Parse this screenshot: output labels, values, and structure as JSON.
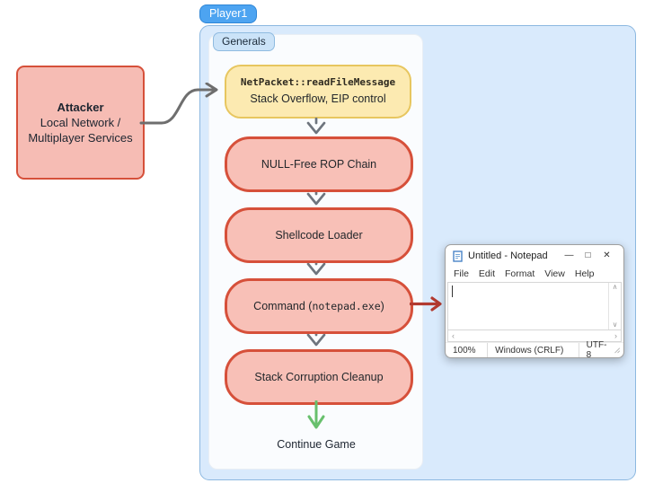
{
  "diagram": {
    "player_badge": "Player1",
    "generals_badge": "Generals",
    "attacker": {
      "title": "Attacker",
      "subtitle_line1": "Local Network /",
      "subtitle_line2": "Multiplayer Services"
    },
    "nodes": {
      "entry_line1": "NetPacket::readFileMessage",
      "entry_line2": "Stack Overflow, EIP control",
      "rop": "NULL-Free ROP Chain",
      "shellcode": "Shellcode Loader",
      "command_prefix": "Command (",
      "command_mono": "notepad.exe",
      "command_suffix": ")",
      "cleanup": "Stack Corruption Cleanup",
      "end_label": "Continue Game"
    },
    "colors": {
      "container_fill": "#d9eafc",
      "container_border": "#8cb8e0",
      "badge_blue": "#4da4f1",
      "node_red_fill": "#f8c0b7",
      "node_red_border": "#d6503a",
      "node_yellow_fill": "#fceab1",
      "node_yellow_border": "#e7c65f",
      "arrow_gray": "#6e7478",
      "arrow_red": "#b23a30",
      "arrow_green": "#68c06d"
    }
  },
  "notepad": {
    "title": "Untitled - Notepad",
    "menu": [
      "File",
      "Edit",
      "Format",
      "View",
      "Help"
    ],
    "controls": {
      "minimize": "—",
      "maximize": "□",
      "close": "✕"
    },
    "scrollbar": {
      "up": "∧",
      "down": "∨",
      "left": "‹",
      "right": "›"
    },
    "status": {
      "zoom": "100%",
      "line_ending": "Windows (CRLF)",
      "encoding": "UTF-8"
    }
  }
}
